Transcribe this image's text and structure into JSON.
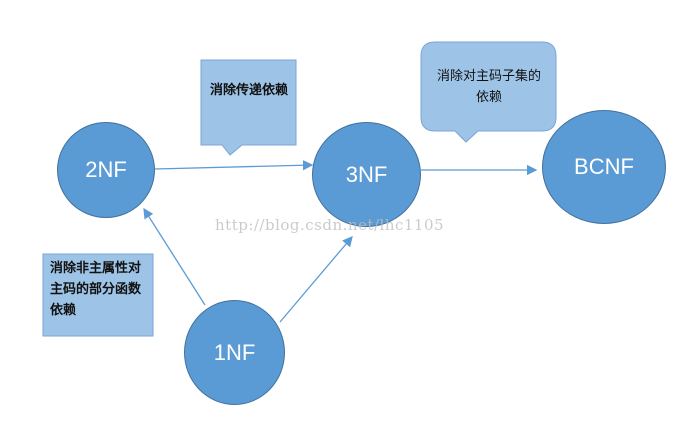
{
  "nodes": {
    "n2": "2NF",
    "n3": "3NF",
    "bcnf": "BCNF",
    "n1": "1NF"
  },
  "notes": {
    "transitive": "消除传递依赖",
    "subset": "消除对主码子集的依赖",
    "partial": "消除非主属性对主码的部分函数依赖"
  },
  "watermark": "http://blog.csdn.net/lhc1105",
  "colors": {
    "node": "#5b9bd5",
    "callout": "#9dc3e6",
    "arrow": "#5b9bd5"
  }
}
